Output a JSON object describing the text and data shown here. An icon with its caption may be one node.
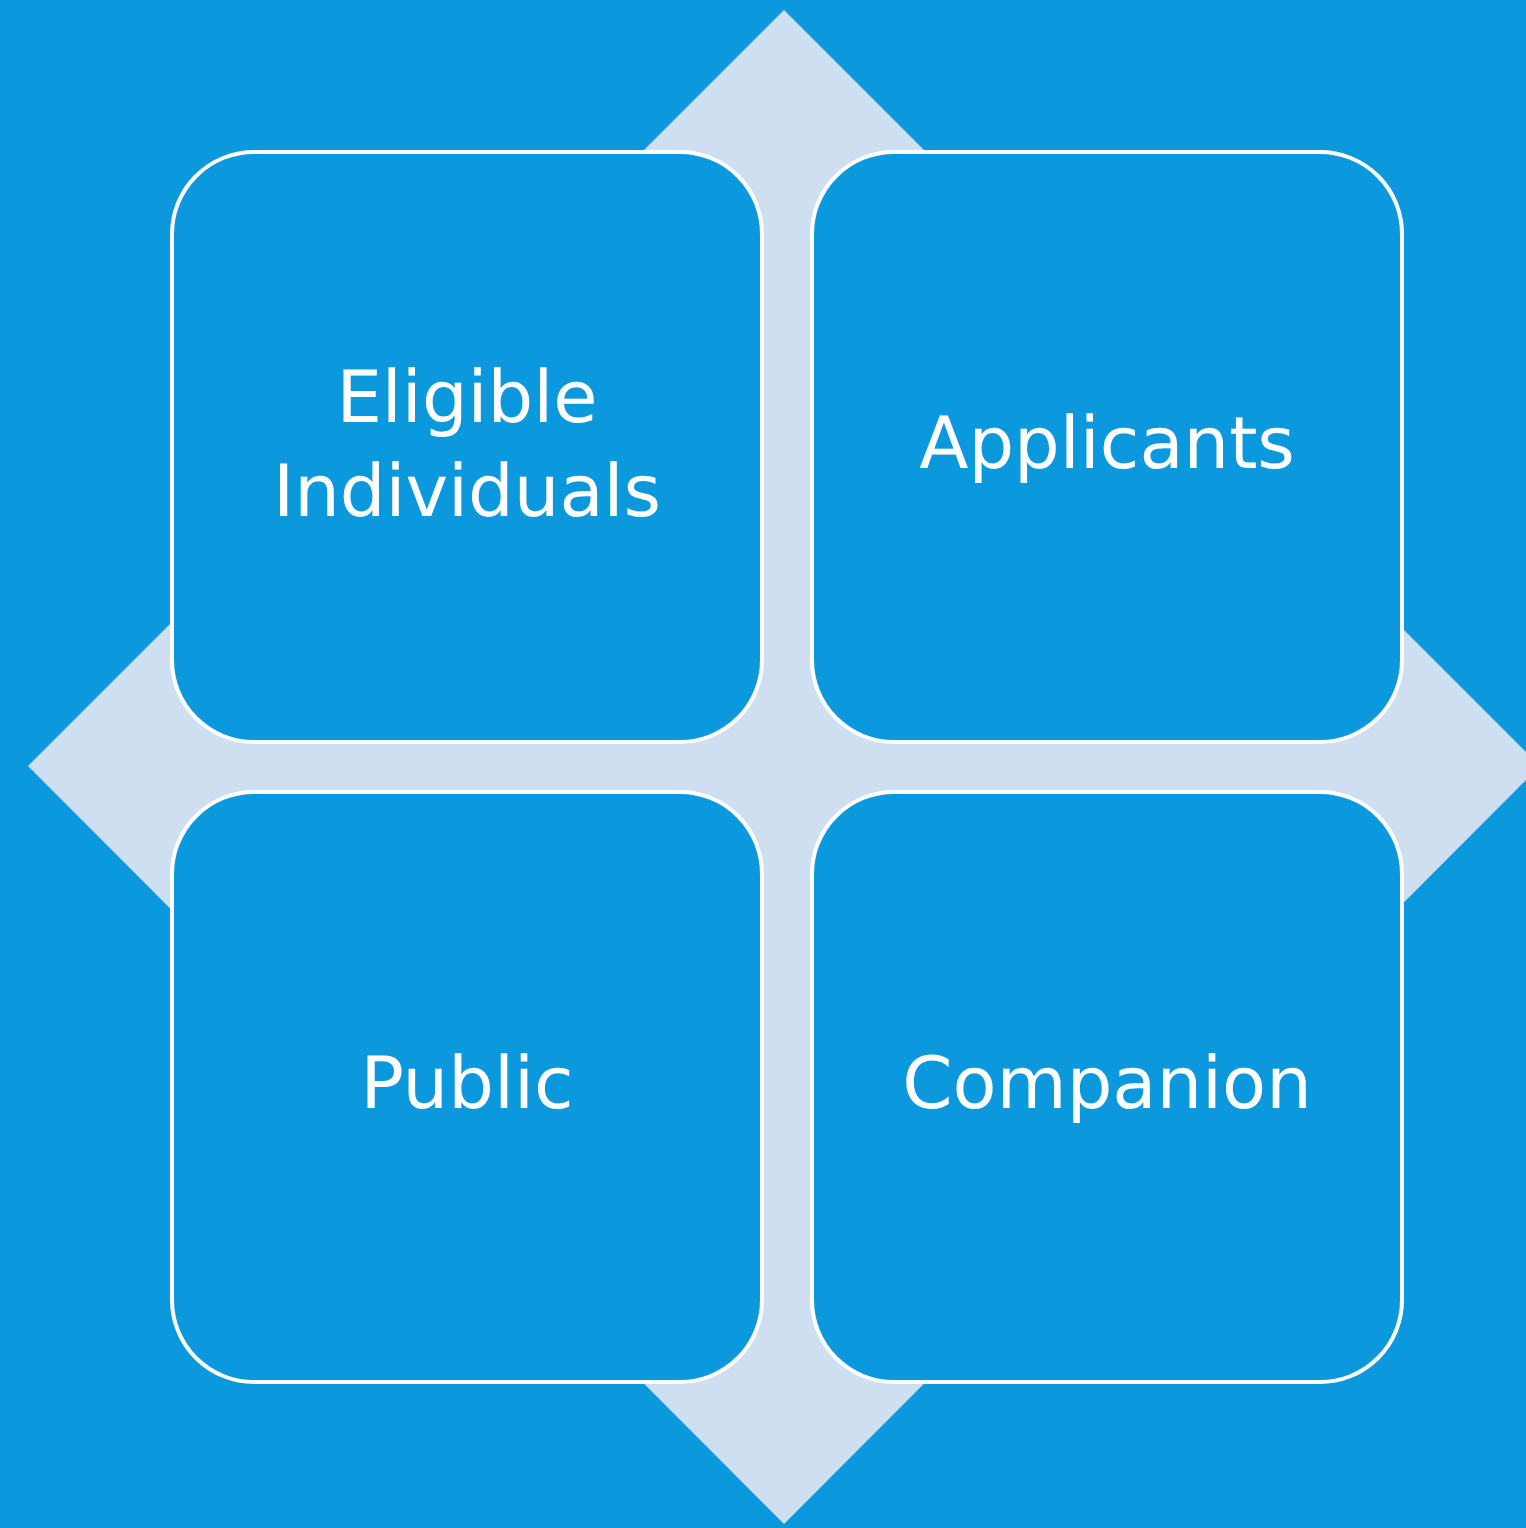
{
  "diagram": {
    "nodes": [
      {
        "text": [
          "Eligible Individuals"
        ]
      },
      {
        "text": [
          "Applicants"
        ]
      },
      {
        "text": [
          "Public"
        ]
      },
      {
        "text": [
          "Companion"
        ]
      }
    ]
  }
}
